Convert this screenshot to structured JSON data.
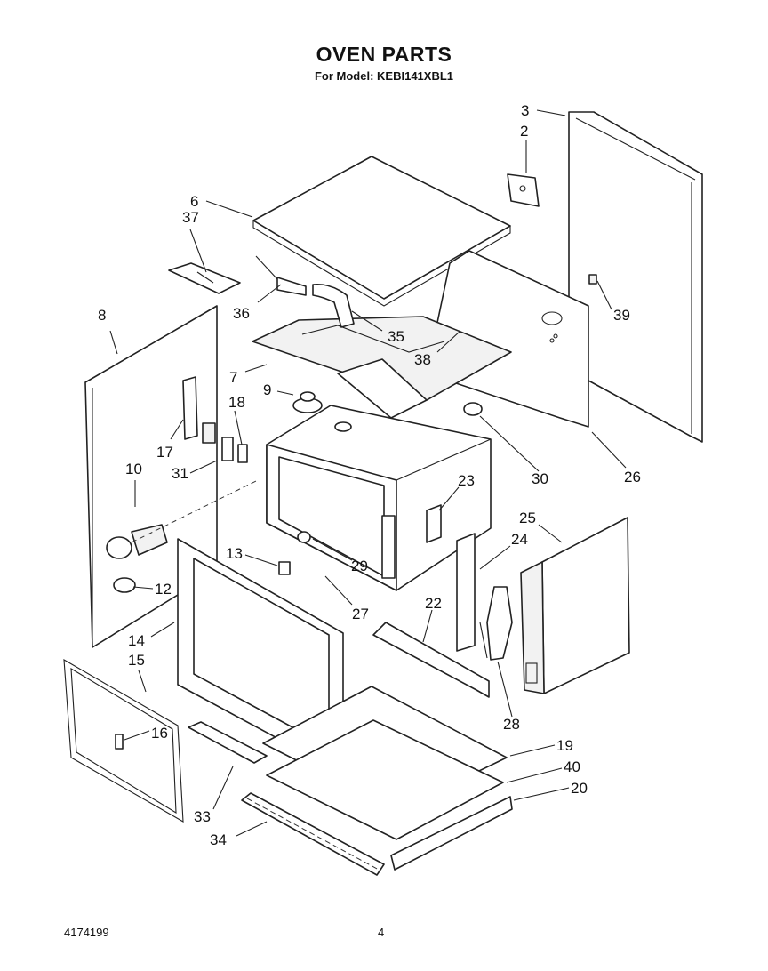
{
  "title": "OVEN PARTS",
  "subtitle": "For Model: KEBI141XBL1",
  "footer": {
    "doc_number": "4174199",
    "page_number": "4"
  },
  "callouts": [
    {
      "id": "c1",
      "text": "3"
    },
    {
      "id": "c2",
      "text": "2"
    },
    {
      "id": "c3",
      "text": "6"
    },
    {
      "id": "c4",
      "text": "37"
    },
    {
      "id": "c5",
      "text": "36"
    },
    {
      "id": "c6",
      "text": "35"
    },
    {
      "id": "c7",
      "text": "39"
    },
    {
      "id": "c8",
      "text": "8"
    },
    {
      "id": "c9",
      "text": "38"
    },
    {
      "id": "c10",
      "text": "7"
    },
    {
      "id": "c11",
      "text": "9"
    },
    {
      "id": "c12",
      "text": "18"
    },
    {
      "id": "c13",
      "text": "17"
    },
    {
      "id": "c14",
      "text": "31"
    },
    {
      "id": "c15",
      "text": "10"
    },
    {
      "id": "c16",
      "text": "30"
    },
    {
      "id": "c17",
      "text": "26"
    },
    {
      "id": "c18",
      "text": "23"
    },
    {
      "id": "c19",
      "text": "25"
    },
    {
      "id": "c20",
      "text": "24"
    },
    {
      "id": "c21",
      "text": "13"
    },
    {
      "id": "c22",
      "text": "29"
    },
    {
      "id": "c23",
      "text": "12"
    },
    {
      "id": "c24",
      "text": "22"
    },
    {
      "id": "c25",
      "text": "27"
    },
    {
      "id": "c26",
      "text": "14"
    },
    {
      "id": "c27",
      "text": "15"
    },
    {
      "id": "c28",
      "text": "16"
    },
    {
      "id": "c29",
      "text": "28"
    },
    {
      "id": "c30",
      "text": "19"
    },
    {
      "id": "c31",
      "text": "40"
    },
    {
      "id": "c32",
      "text": "20"
    },
    {
      "id": "c33",
      "text": "33"
    },
    {
      "id": "c34",
      "text": "34"
    }
  ]
}
